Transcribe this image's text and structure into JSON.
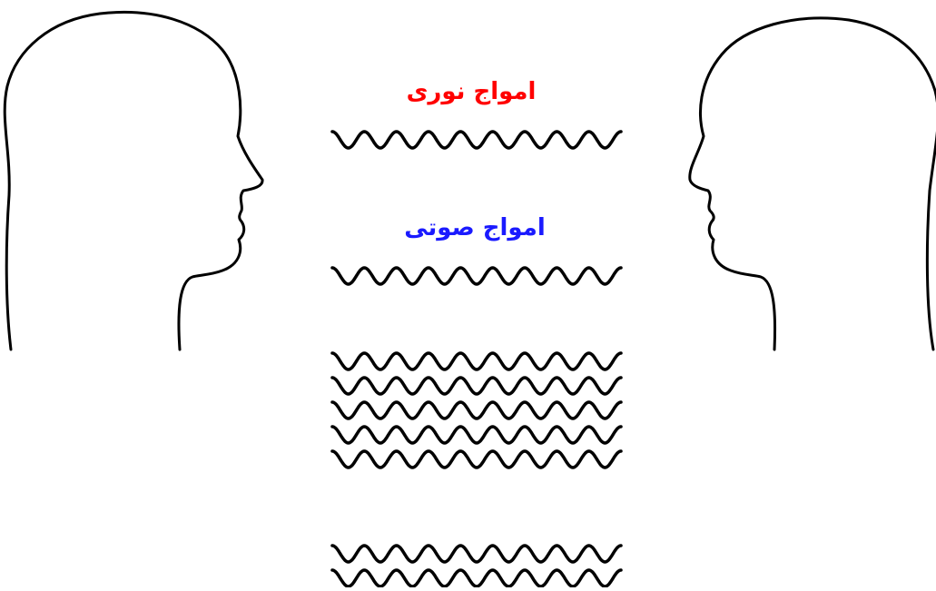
{
  "labels": {
    "light_waves": "امواج نوری",
    "sound_waves": "امواج صوتی"
  },
  "colors": {
    "light_waves_label": "#ff0000",
    "sound_waves_label": "#1a1aff",
    "outline": "#000000",
    "background": "#ffffff"
  },
  "figures": [
    {
      "name": "left-head-silhouette",
      "facing": "right"
    },
    {
      "name": "right-head-silhouette",
      "facing": "left"
    }
  ],
  "wave_groups": [
    {
      "name": "light-wave",
      "lines": 1
    },
    {
      "name": "sound-wave",
      "lines": 1
    },
    {
      "name": "wave-stack-large",
      "lines": 5
    },
    {
      "name": "wave-stack-small",
      "lines": 2
    }
  ]
}
